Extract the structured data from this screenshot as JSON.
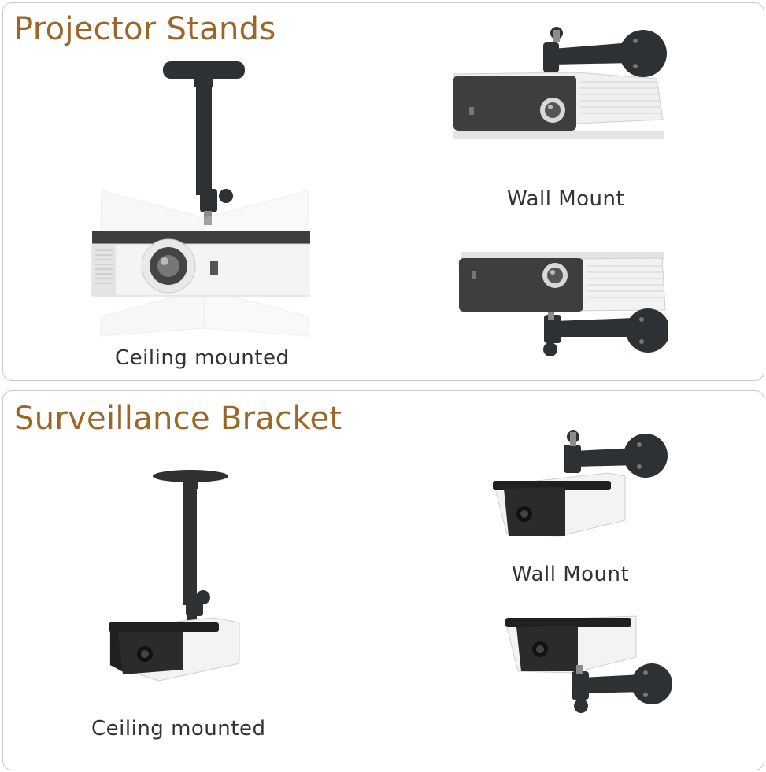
{
  "sections": [
    {
      "title": "Projector Stands",
      "captions": {
        "ceiling": "Ceiling mounted",
        "wall": "Wall Mount"
      }
    },
    {
      "title": "Surveillance Bracket",
      "captions": {
        "ceiling": "Ceiling mounted",
        "wall": "Wall Mount"
      }
    }
  ],
  "colors": {
    "title": "#9b6628",
    "caption": "#333333",
    "mount": "#2e3133",
    "projector_body": "#f2f2f2",
    "projector_dark": "#3c3e40"
  }
}
